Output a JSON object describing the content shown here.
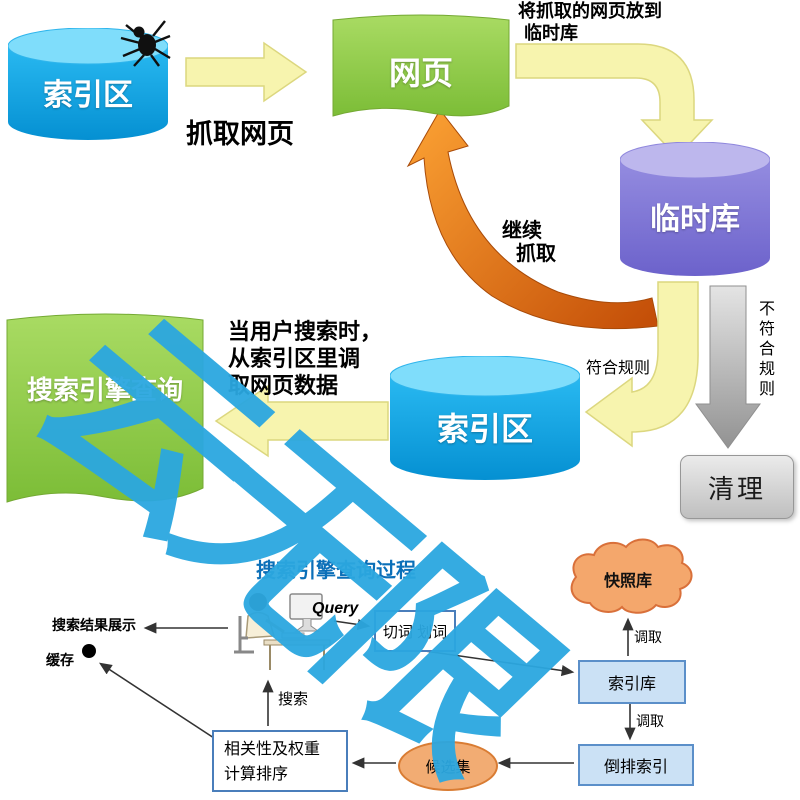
{
  "colors": {
    "cylinder_blue": "#0FA6E4",
    "cylinder_purple": "#837ad6",
    "doc_green": "#8CC63F",
    "arrow_yellow": "#F7F4AE",
    "arrow_orange": "#E87E1E",
    "arrow_gray": "#B5B5B5",
    "watermark_blue": "#2BA7E0",
    "box_border_blue": "#4A7EBB",
    "box_fill_lightblue": "#CBE1F5",
    "shape_orange": "#F2AC73",
    "title_blue": "#0B6FB8"
  },
  "watermark": {
    "text": "云无限"
  },
  "top": {
    "index_db_1": "索引区",
    "crawl_label": "抓取网页",
    "webpage": "网页",
    "temp_note_1": "将抓取的网页放到",
    "temp_note_2": "临时库",
    "temp_db": "临时库",
    "recrawl_1": "继续",
    "recrawl_2": "抓取",
    "rule_match": "符合规则",
    "rule_no_match": "不符合规则",
    "clean": "清理",
    "index_db_2": "索引区",
    "query_doc": "搜索引擎查询",
    "note_1": "当用户搜索时，",
    "note_2": "从索引区里调",
    "note_3": "取网页数据"
  },
  "bottom": {
    "title": "搜索引擎查询过程",
    "query": "Query",
    "segment": "切词 划词",
    "snapshot": "快照库",
    "fetch_1": "调取",
    "fetch_2": "调取",
    "index_store": "索引库",
    "inverted": "倒排索引",
    "candidates": "候选集",
    "ranking_1": "相关性及权重",
    "ranking_2": "计算排序",
    "search": "搜索",
    "results": "搜索结果展示",
    "cache": "缓存"
  }
}
